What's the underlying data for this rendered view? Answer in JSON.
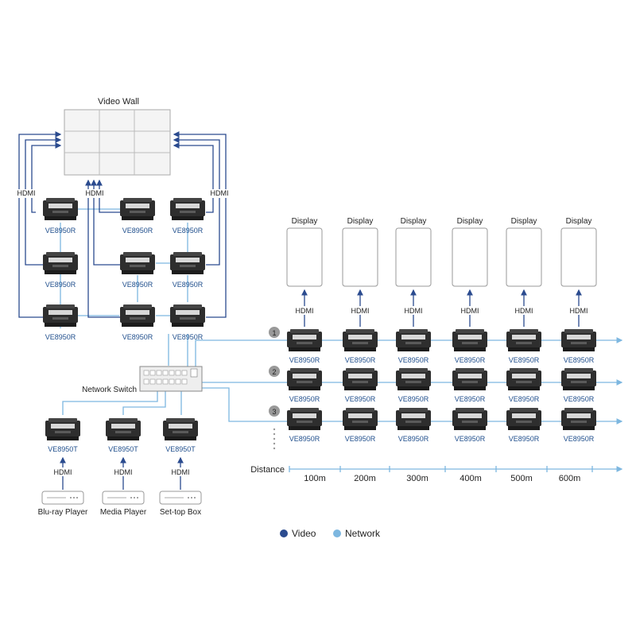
{
  "video_wall": {
    "title": "Video Wall",
    "rows": 3,
    "cols": 3
  },
  "labels": {
    "hdmi": "HDMI",
    "display": "Display",
    "receiver": "VE8950R",
    "transmitter": "VE8950T",
    "network_switch": "Network Switch",
    "distance": "Distance"
  },
  "sources": [
    "Blu-ray Player",
    "Media Player",
    "Set-top Box"
  ],
  "chains": [
    "1",
    "2",
    "3"
  ],
  "distances": [
    "100m",
    "200m",
    "300m",
    "400m",
    "500m",
    "600m"
  ],
  "legend": [
    {
      "label": "Video",
      "color": "#2b4b8f"
    },
    {
      "label": "Network",
      "color": "#7db7e0"
    }
  ],
  "colors": {
    "video": "#2b4b8f",
    "network": "#7db7e0",
    "device": "#2e2e2e",
    "device_label": "#1f4e8c"
  }
}
